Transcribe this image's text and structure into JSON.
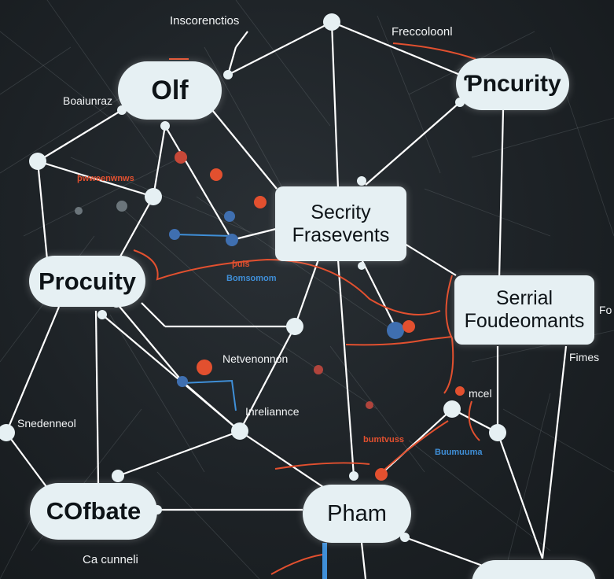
{
  "nodes": {
    "olf": "Olf",
    "security": "Ƥncurity",
    "secrity_frameworks": "Secrity\nFrasevents",
    "procuity": "Procuity",
    "serial_foundations": "Serrial\nFoudeomants",
    "cofbate": "COfbate",
    "pham": "Pham"
  },
  "labels": {
    "top": "Inscorenctios",
    "top_right": "Freccoloonl",
    "left_top": "Boaiunraz",
    "network": "Netvenonnon",
    "nreliance": "Inreliannce",
    "sneed": "Snedenneol",
    "fimes": "Fimes",
    "fo": "Fo",
    "mcel": "mcel",
    "ca_cunneli": "Ca cunneli",
    "red_small_left": "ƥwweenwnws",
    "red_small_mid": "ƥuls",
    "blue_small_mid": "Bomsomom",
    "red_small_right": "bumtvuss",
    "blue_small_right": "Buumuuma"
  },
  "colors": {
    "background": "#1d2226",
    "node_fill": "#e6f0f3",
    "edge": "#ffffff",
    "accent_red": "#e2502f",
    "accent_blue": "#3f8fd8"
  }
}
